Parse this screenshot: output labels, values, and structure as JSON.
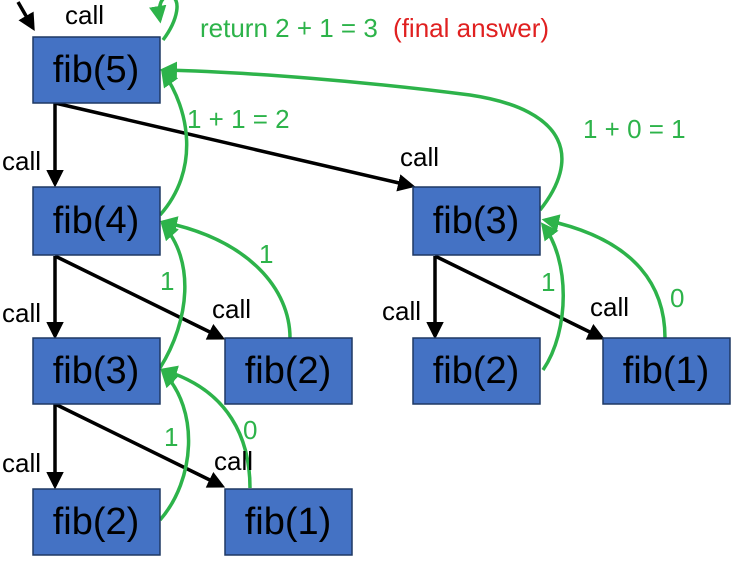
{
  "colors": {
    "node_fill": "#4472c4",
    "call_arrow": "#000000",
    "return_arrow": "#2db34a",
    "highlight": "#e02020"
  },
  "nodes": [
    {
      "id": "fib5",
      "label": "fib(5)"
    },
    {
      "id": "fib4",
      "label": "fib(4)"
    },
    {
      "id": "fib3a",
      "label": "fib(3)"
    },
    {
      "id": "fib3b",
      "label": "fib(3)"
    },
    {
      "id": "fib2a",
      "label": "fib(2)"
    },
    {
      "id": "fib2b",
      "label": "fib(2)"
    },
    {
      "id": "fib2c",
      "label": "fib(2)"
    },
    {
      "id": "fib1a",
      "label": "fib(1)"
    },
    {
      "id": "fib1b",
      "label": "fib(1)"
    }
  ],
  "call_labels": [
    "call",
    "call",
    "call",
    "call",
    "call",
    "call",
    "call",
    "call",
    "call"
  ],
  "return_labels": {
    "root_text": "return 2 + 1 = 3",
    "root_note": "(final answer)",
    "fib4_to_fib5": "1 + 1 = 2",
    "fib3b_to_fib5": "1 + 0 = 1",
    "fib2a_to_fib4": "1",
    "fib3a_to_fib4": "1",
    "fib2c_to_fib3b": "1",
    "fib1b_to_fib3b": "0",
    "fib2b_to_fib3a": "1",
    "fib1a_to_fib3a": "0"
  }
}
